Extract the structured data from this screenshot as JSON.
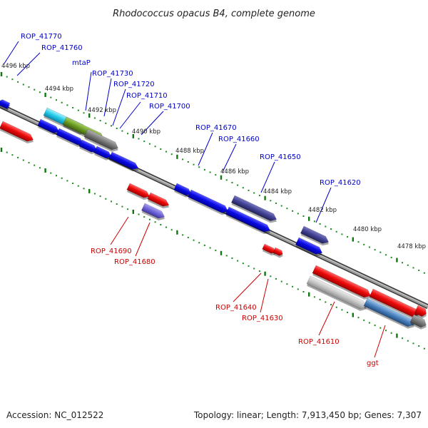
{
  "title": "Rhodococcus opacus B4, complete genome",
  "footer": {
    "accession": "Accession: NC_012522",
    "summary": "Topology: linear; Length: 7,913,450 bp; Genes: 7,307"
  },
  "colors": {
    "top_strand_label": "#0000cc",
    "bottom_strand_label": "#cc0000",
    "backbone": "#808080",
    "tick_major": "#117711",
    "blue_gene": "#0a0ae6",
    "red_gene": "#ee0b0b",
    "purple_gene": "#414193",
    "gray_gene": "#777777"
  },
  "kbp_labels": [
    "4496 kbp",
    "4494 kbp",
    "4492 kbp",
    "4490 kbp",
    "4488 kbp",
    "4486 kbp",
    "4484 kbp",
    "4482 kbp",
    "4480 kbp",
    "4478 kbp"
  ],
  "gene_labels_top": [
    "ROP_41770",
    "ROP_41760",
    "mtaP",
    "ROP_41730",
    "ROP_41720",
    "ROP_41710",
    "ROP_41700",
    "ROP_41670",
    "ROP_41660",
    "ROP_41650",
    "ROP_41620"
  ],
  "gene_labels_bottom": [
    "ROP_41690",
    "ROP_41680",
    "ROP_41640",
    "ROP_41630",
    "ROP_41610",
    "ggt"
  ]
}
